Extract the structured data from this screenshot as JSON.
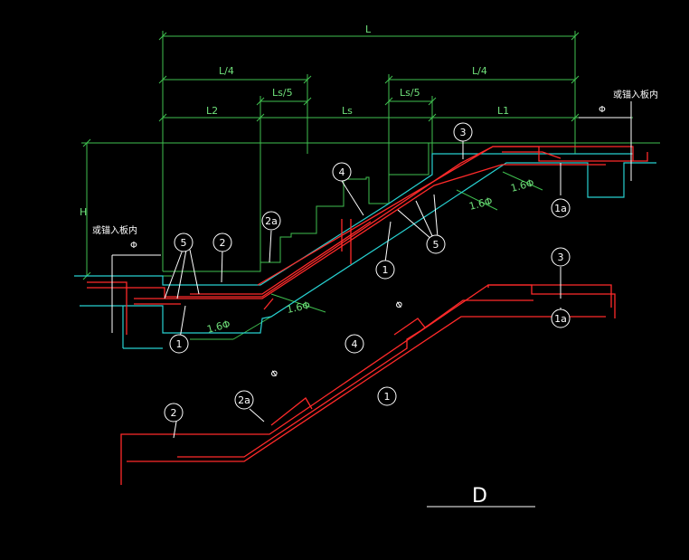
{
  "dimensions": {
    "L": "L",
    "L4_left": "L/4",
    "L4_right": "L/4",
    "Ls5_left": "Ls/5",
    "Ls5_right": "Ls/5",
    "L2": "L2",
    "Ls": "Ls",
    "L1": "L1",
    "H": "H",
    "phi": "Φ",
    "lap_16phi": "1.6Φ"
  },
  "notes": {
    "anchor_left": "或锚入板内",
    "anchor_right": "或锚入板内"
  },
  "bar_marks": {
    "m1": "1",
    "m1a": "1a",
    "m2": "2",
    "m2a": "2a",
    "m3": "3",
    "m4": "4",
    "m5": "5"
  },
  "title": "D",
  "colors": {
    "dim": "#3fbf4f",
    "outline": "#27d0d0",
    "rebar": "#ff2a2a",
    "label": "#ffffff"
  }
}
